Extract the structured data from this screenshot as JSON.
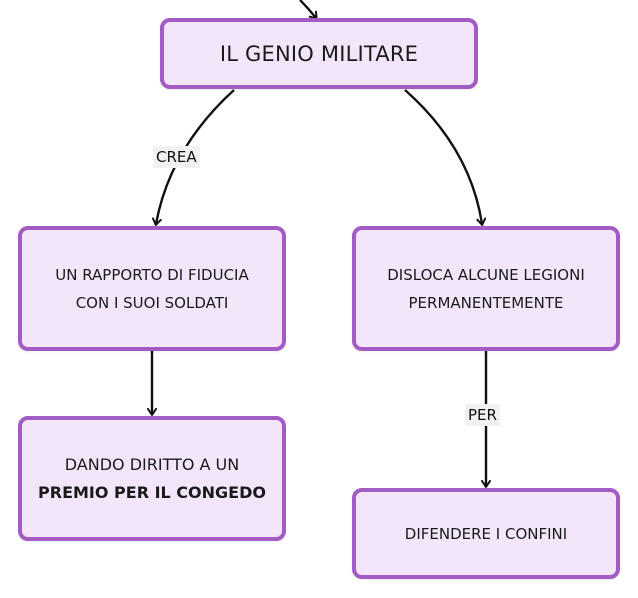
{
  "colors": {
    "node_fill": "#f3e6fb",
    "node_border": "#a25cc4",
    "edge": "#111111",
    "label_bg": "#f1f1f1"
  },
  "nodes": {
    "root": "IL GENIO MILITARE",
    "fiducia_line1": "UN RAPPORTO DI FIDUCIA",
    "fiducia_line2": "CON I SUOI SOLDATI",
    "legioni_line1": "DISLOCA ALCUNE LEGIONI",
    "legioni_line2": "PERMANENTEMENTE",
    "premio_line1": "DANDO DIRITTO A UN",
    "premio_line2": "PREMIO PER IL CONGEDO",
    "confini": "DIFENDERE I CONFINI"
  },
  "edge_labels": {
    "crea": "CREA",
    "per": "PER"
  }
}
